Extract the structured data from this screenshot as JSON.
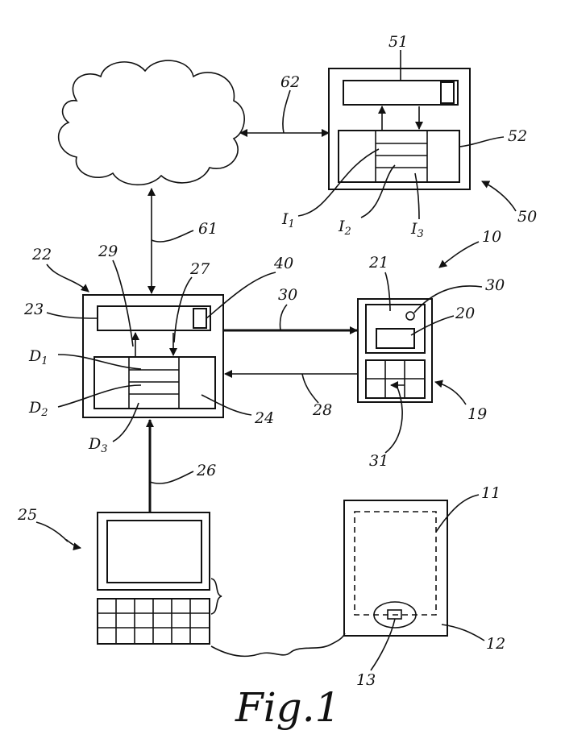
{
  "figure_title": "Fig.1",
  "labels": {
    "l10": "10",
    "l11": "11",
    "l12": "12",
    "l13": "13",
    "l19": "19",
    "l20": "20",
    "l21": "21",
    "l22": "22",
    "l23": "23",
    "l24": "24",
    "l25": "25",
    "l26": "26",
    "l27": "27",
    "l28": "28",
    "l29": "29",
    "l30a": "30",
    "l30b": "30",
    "l31": "31",
    "l40": "40",
    "l50": "50",
    "l51": "51",
    "l52": "52",
    "l61": "61",
    "l62": "62",
    "D1": "D",
    "D1s": "1",
    "D2": "D",
    "D2s": "2",
    "D3": "D",
    "D3s": "3",
    "I1": "I",
    "I1s": "1",
    "I2": "I",
    "I2s": "2",
    "I3": "I",
    "I3s": "3"
  }
}
